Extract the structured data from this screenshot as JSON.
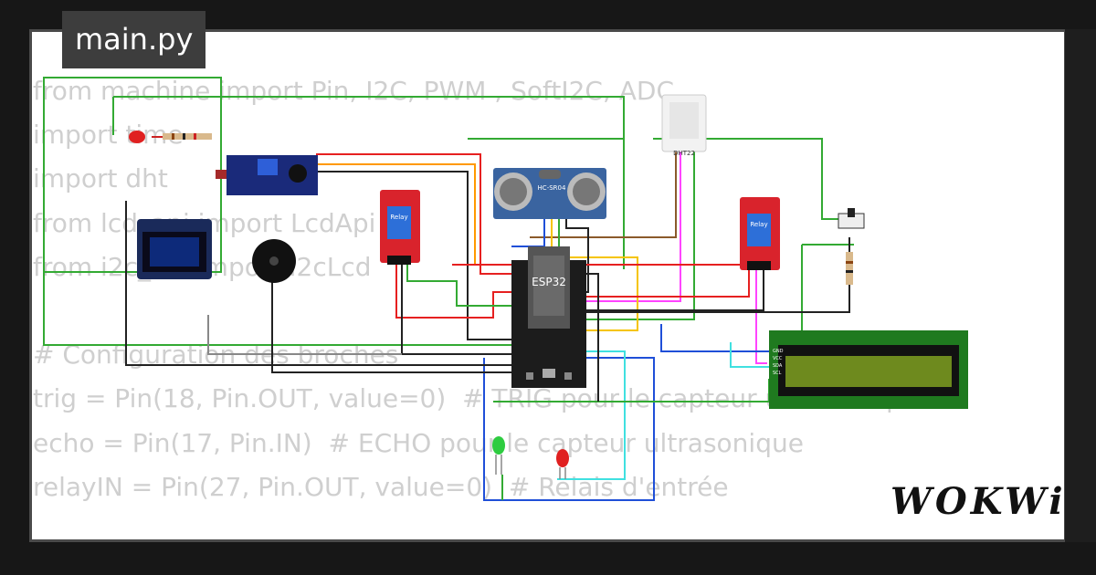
{
  "file_tab": {
    "label": "main.py"
  },
  "code_lines": [
    "from machine import Pin, I2C, PWM , SoftI2C, ADC",
    "import time",
    "import dht",
    "from lcd_api import LcdApi",
    "from i2c_lcd import I2cLcd",
    "",
    "# Configuration des broches",
    "trig = Pin(18, Pin.OUT, value=0)  # TRIG pour le capteur ultrasonique",
    "echo = Pin(17, Pin.IN)  # ECHO pour le capteur ultrasonique",
    "relayIN = Pin(27, Pin.OUT, value=0)  # Relais d'entrée"
  ],
  "components": {
    "ultrasonic_label": "HC-SR04",
    "esp32_label": "ESP32",
    "dht_label": "DHT22",
    "relay_label": "Relay",
    "lcd_pins": [
      "GND",
      "VCC",
      "SDA",
      "SCL"
    ]
  },
  "brand": {
    "logo_text": "WOKWi"
  },
  "colors": {
    "background": "#171717",
    "panel": "#ffffff",
    "code_text": "#cfcfcf",
    "tab": "#3d3d3d",
    "relay_red": "#d9232c",
    "lcd_green": "#1f7a1f",
    "esp_black": "#1c1c1c",
    "sensor_blue": "#3a64a0"
  }
}
